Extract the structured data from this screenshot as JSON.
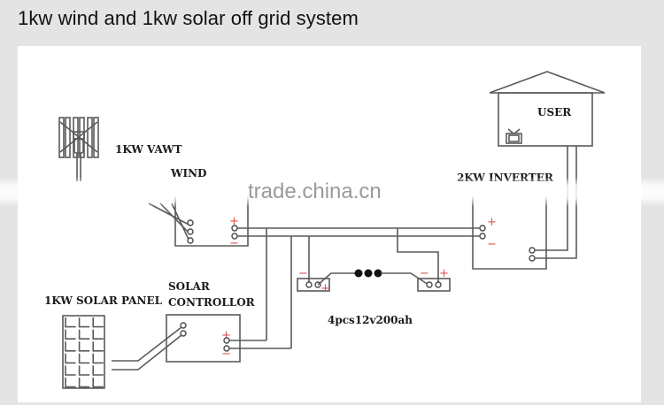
{
  "title": "1kw wind and 1kw solar off grid system",
  "watermark": "trade.china.cn",
  "components": {
    "vawt": {
      "label": "1KW VAWT"
    },
    "wind_controller": {
      "label": "WIND"
    },
    "user": {
      "label": "USER"
    },
    "inverter": {
      "label": "2KW INVERTER"
    },
    "solar_panel": {
      "label": "1KW SOLAR PANEL"
    },
    "solar_controller": {
      "label_line1": "SOLAR",
      "label_line2": "CONTROLLOR"
    },
    "battery_bank": {
      "label": "4pcs12v200ah"
    }
  },
  "polarity": {
    "plus": "+",
    "minus": "−"
  },
  "colors": {
    "background": "#e3e4e3",
    "panel": "#ffffff",
    "wire": "#5a5a5a",
    "polarity": "#d9534f",
    "watermark": "#9a9a9a"
  }
}
